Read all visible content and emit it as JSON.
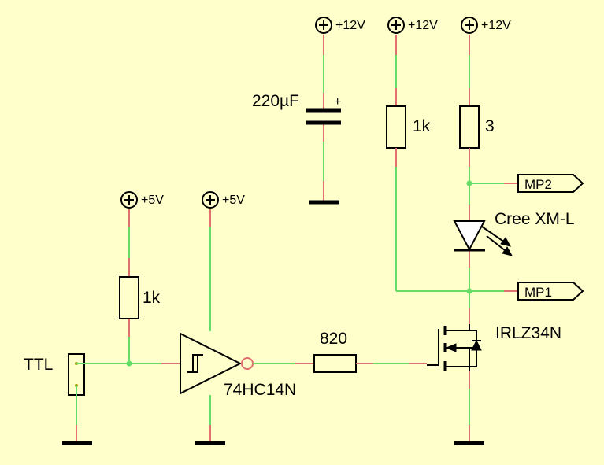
{
  "colors": {
    "background": "#ffffcc",
    "wire": "#66dd66",
    "pin": "#e07070",
    "component": "#000000"
  },
  "supplies": {
    "v12_a": "+12V",
    "v12_b": "+12V",
    "v12_c": "+12V",
    "v5_a": "+5V",
    "v5_b": "+5V"
  },
  "components": {
    "capacitor_value": "220µF",
    "capacitor_polarity": "+",
    "r_gate_pullup": "1k",
    "r_led": "3",
    "r_ttl_pullup": "1k",
    "r_gate": "820",
    "led_name": "Cree XM-L",
    "mosfet_name": "IRLZ34N",
    "inverter_name": "74HC14N",
    "connector_name": "TTL"
  },
  "test_points": {
    "mp2": "MP2",
    "mp1": "MP1"
  }
}
